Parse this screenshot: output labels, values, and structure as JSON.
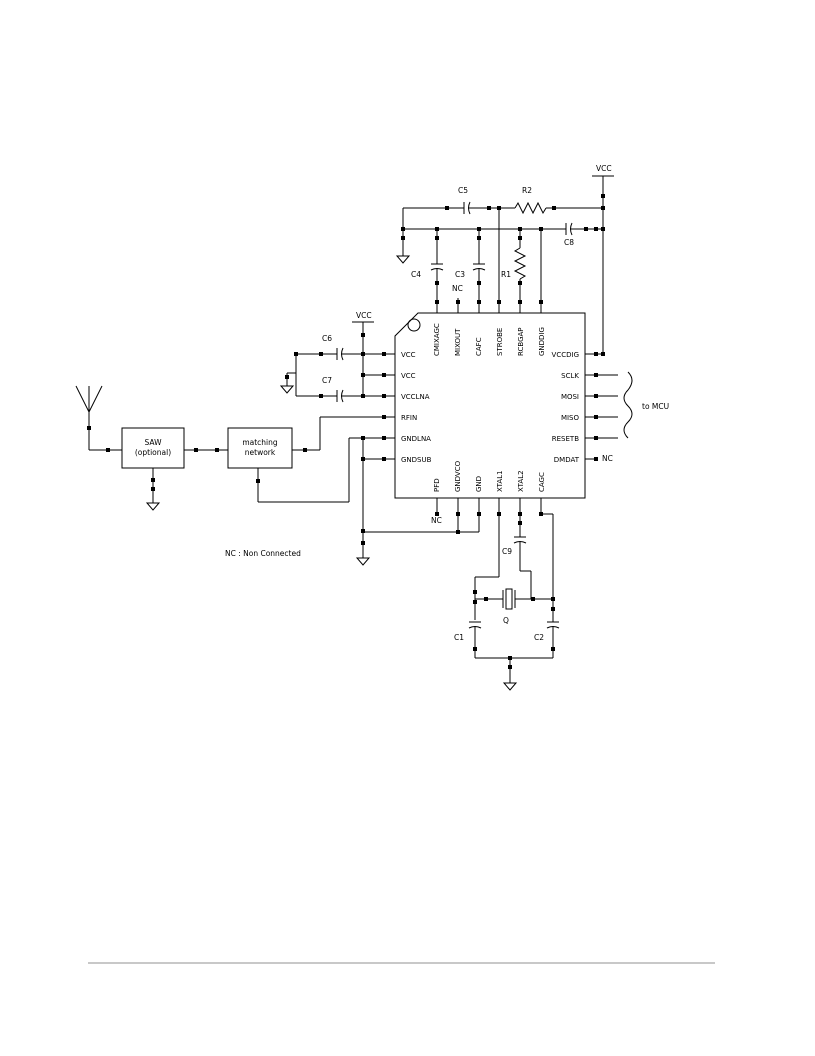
{
  "ic": {
    "left_pins": [
      "VCC",
      "VCC",
      "VCCLNA",
      "RFIN",
      "GNDLNA",
      "GNDSUB"
    ],
    "right_pins": [
      "VCCDIG",
      "SCLK",
      "MOSI",
      "MISO",
      "RESETB",
      "DMDAT"
    ],
    "top_pins": [
      "CMIXAGC",
      "MIXOUT",
      "CAFC",
      "STROBE",
      "RCBGAP",
      "GNDDIG"
    ],
    "bottom_pins": [
      "PFD",
      "GNDVCO",
      "GND",
      "XTAL1",
      "XTAL2",
      "CAGC"
    ]
  },
  "components": {
    "C1": "C1",
    "C2": "C2",
    "C3": "C3",
    "C4": "C4",
    "C5": "C5",
    "C6": "C6",
    "C7": "C7",
    "C8": "C8",
    "C9": "C9",
    "R1": "R1",
    "R2": "R2",
    "Q": "Q"
  },
  "power": {
    "vcc_top": "VCC",
    "vcc_left": "VCC"
  },
  "nc": {
    "mixout": "NC",
    "dmdat": "NC",
    "pfd": "NC"
  },
  "blocks": {
    "saw_line1": "SAW",
    "saw_line2": "(optional)",
    "matching_line1": "matching",
    "matching_line2": "network"
  },
  "mcu_label": "to MCU",
  "note": "NC : Non Connected",
  "colors": {
    "wire": "#000000",
    "footer_rule": "#c8c8c8"
  }
}
